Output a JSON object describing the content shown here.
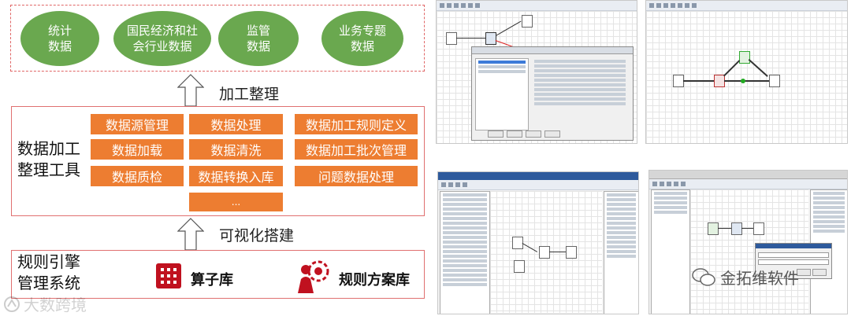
{
  "top_ellipses": [
    {
      "label": "统计\n数据"
    },
    {
      "label": "国民经济和社\n会行业数据"
    },
    {
      "label": "监管\n数据"
    },
    {
      "label": "业务专题\n数据"
    }
  ],
  "arrow_captions": {
    "upper": "加工整理",
    "lower": "可视化搭建"
  },
  "tools_box": {
    "title": "数据加工\n整理工具",
    "modules": [
      "数据源管理",
      "数据处理",
      "数据加工规则定义",
      "数据加载",
      "数据清洗",
      "数据加工批次管理",
      "数据质检",
      "数据转换入库",
      "问题数据处理"
    ],
    "more": "..."
  },
  "rules_box": {
    "title": "规则引擎\n管理系统",
    "operator_lib": "算子库",
    "scheme_lib": "规则方案库"
  },
  "watermarks": {
    "left": "大数跨境",
    "right": "金拓维软件"
  },
  "colors": {
    "ellipse": "#6aa84f",
    "module": "#ed7d31",
    "border": "#e06666"
  }
}
